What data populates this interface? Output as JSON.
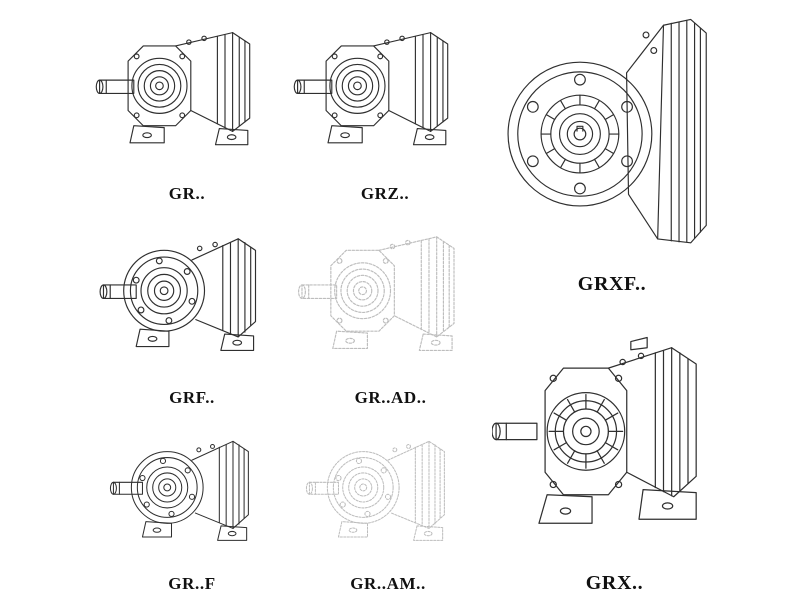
{
  "page": {
    "background": "#ffffff"
  },
  "colors": {
    "line": "#2f2f2f",
    "phantom_line": "#bdbdbd",
    "label": "#111111"
  },
  "products": [
    {
      "id": "gr",
      "label": "GR..",
      "variant": "foot",
      "style": "solid"
    },
    {
      "id": "grz",
      "label": "GRZ..",
      "variant": "foot",
      "style": "solid"
    },
    {
      "id": "grxf",
      "label": "GRXF..",
      "variant": "flangeFront",
      "style": "solid"
    },
    {
      "id": "grf",
      "label": "GRF..",
      "variant": "flangeSide",
      "style": "solid"
    },
    {
      "id": "gr-ad",
      "label": "GR..AD..",
      "variant": "foot",
      "style": "phantom"
    },
    {
      "id": "gr-f",
      "label": "GR..F",
      "variant": "flangeSide",
      "style": "solid"
    },
    {
      "id": "gr-am",
      "label": "GR..AM..",
      "variant": "flangeSide",
      "style": "phantom"
    },
    {
      "id": "grx",
      "label": "GRX..",
      "variant": "footLarge",
      "style": "solid"
    }
  ]
}
